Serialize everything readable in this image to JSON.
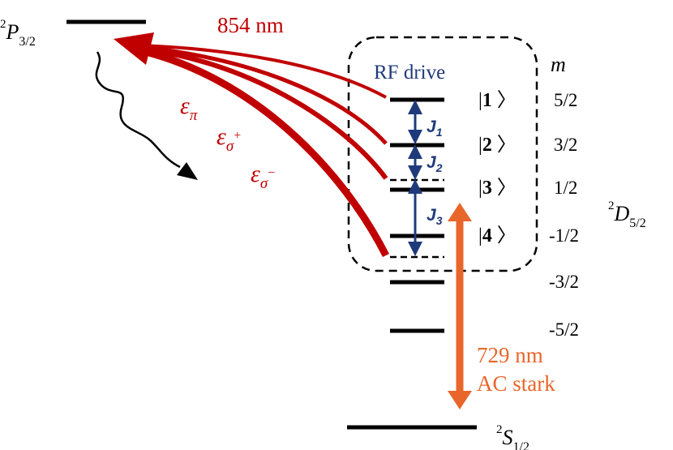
{
  "levels": {
    "p32": {
      "symbol": "P",
      "superscript": "2",
      "subscript": "3/2"
    },
    "d52": {
      "symbol": "D",
      "superscript": "2",
      "subscript": "5/2"
    },
    "s12": {
      "symbol": "S",
      "superscript": "2",
      "subscript": "1/2"
    }
  },
  "labels": {
    "wavelength_854": "854 nm",
    "rf_drive": "RF drive",
    "m_header": "m",
    "wavelength_729": "729 nm",
    "ac_stark": "AC stark"
  },
  "polarizations": [
    {
      "base": "ε",
      "sub": "π"
    },
    {
      "base": "ε",
      "sub": "σ",
      "sup": "+"
    },
    {
      "base": "ε",
      "sub": "σ",
      "sup": "−"
    }
  ],
  "kets": [
    "1",
    "2",
    "3",
    "4"
  ],
  "m_values": [
    "5/2",
    "3/2",
    "1/2",
    "-1/2",
    "-3/2",
    "-5/2"
  ],
  "couplings": [
    {
      "letter": "J",
      "index": "1"
    },
    {
      "letter": "J",
      "index": "2"
    },
    {
      "letter": "J",
      "index": "3"
    }
  ],
  "colors": {
    "red": "#c00000",
    "navy": "#1f3a7a",
    "orange": "#e8662a",
    "black": "#000000"
  }
}
